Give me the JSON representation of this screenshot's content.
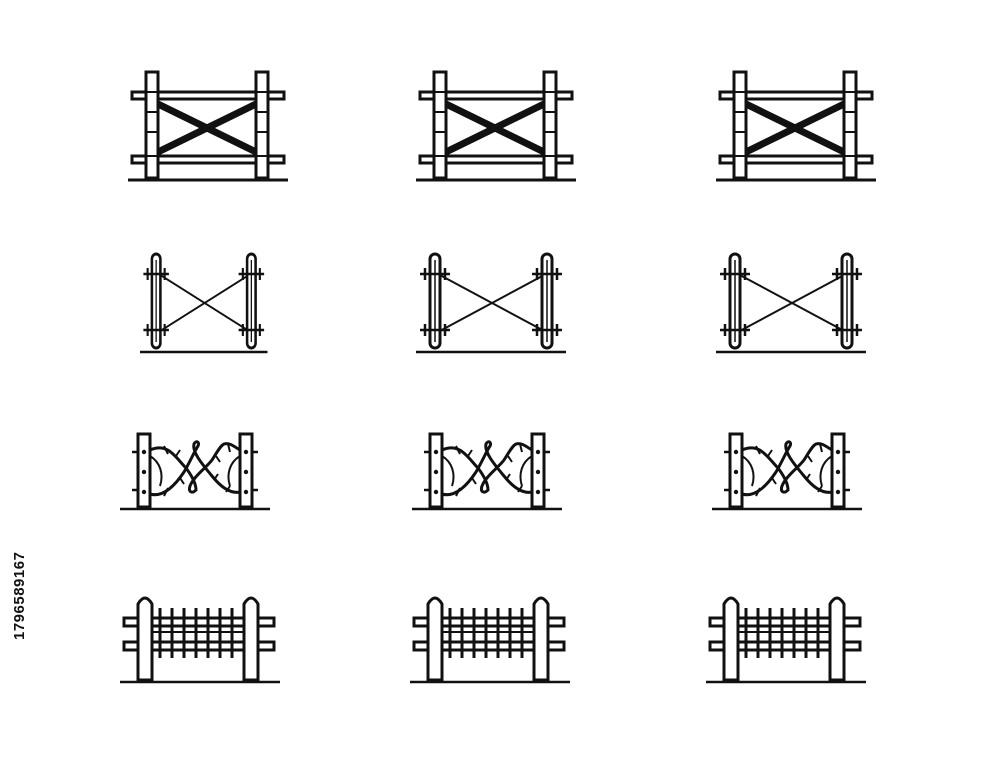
{
  "stock_id": "1796589167",
  "ink_color": "#111111",
  "background": "#ffffff",
  "icons": [
    {
      "row": 1,
      "style": "cross-braced-rail-fence"
    },
    {
      "row": 2,
      "style": "barbed-post-wire-fence"
    },
    {
      "row": 3,
      "style": "barbed-wire-loop-fence"
    },
    {
      "row": 4,
      "style": "picket-rail-fence"
    }
  ]
}
